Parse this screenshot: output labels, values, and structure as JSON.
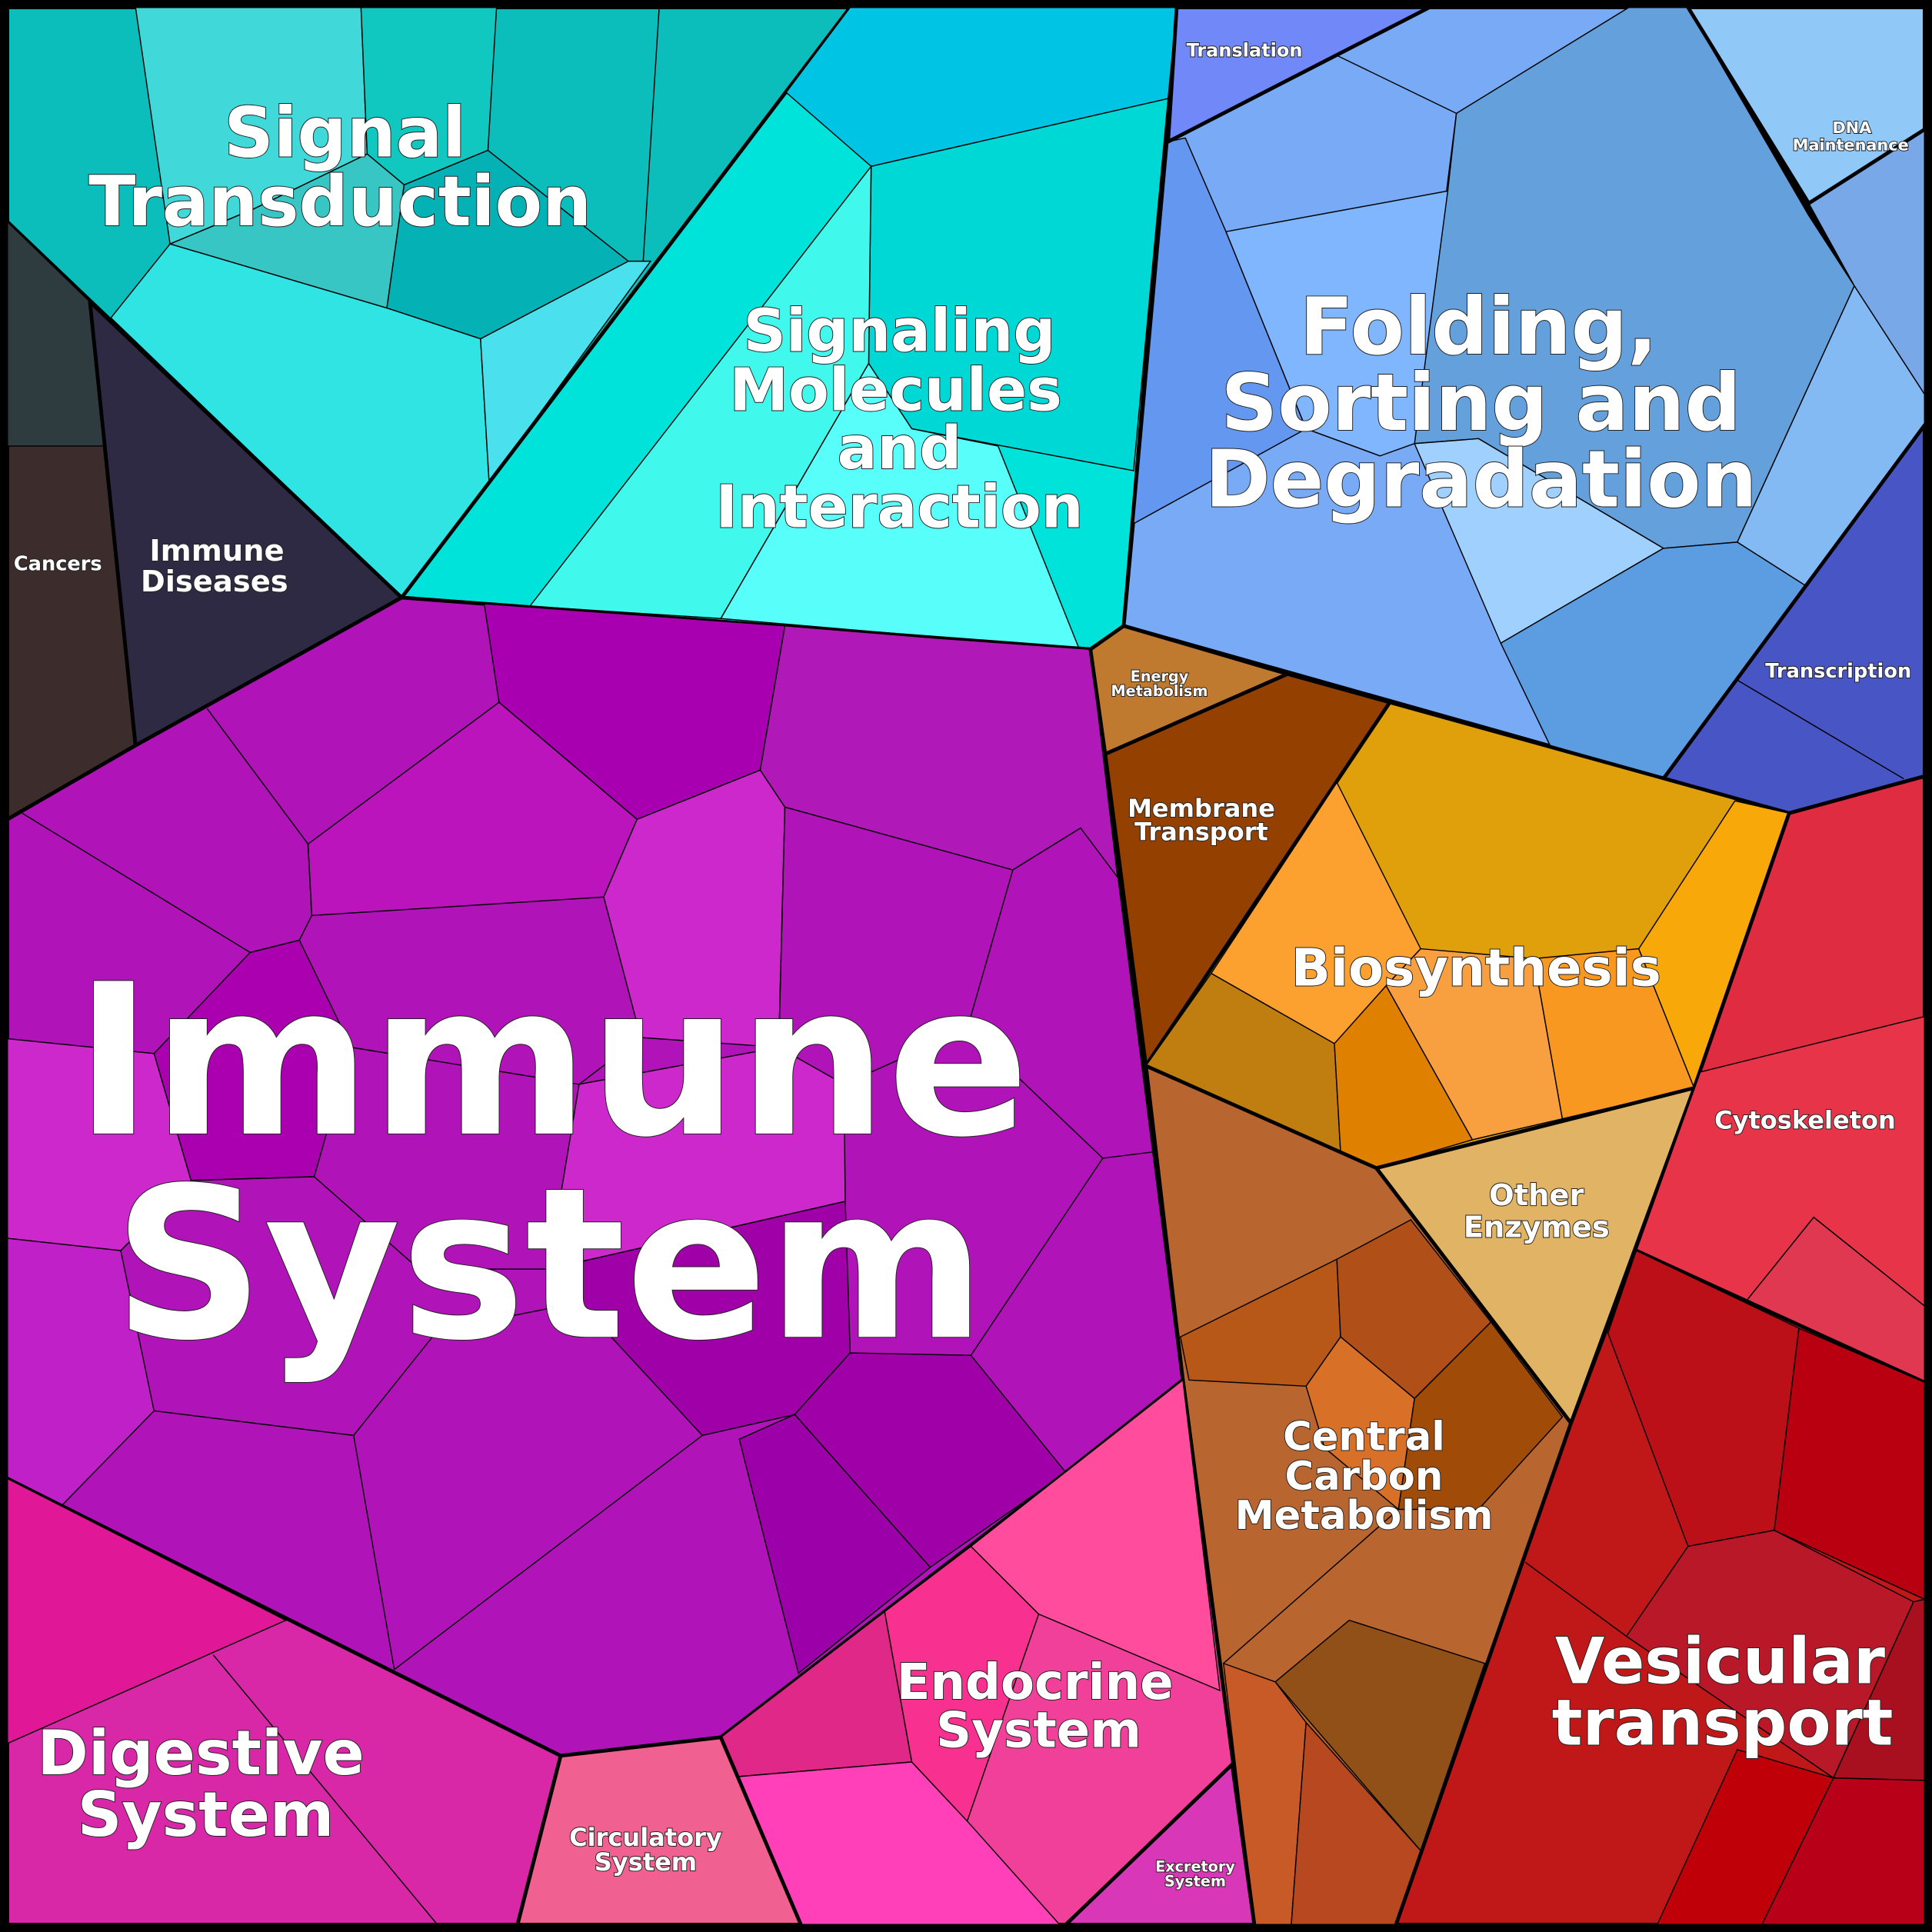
{
  "title": "Pathway Voronoi treemap",
  "regions": {
    "signal_transduction": {
      "lines": [
        "Signal",
        "Transduction"
      ],
      "color": "#0bbdbb"
    },
    "signaling_molecules": {
      "lines": [
        "Signaling",
        "Molecules",
        "and",
        "Interaction"
      ],
      "color": "#00e3da"
    },
    "folding": {
      "lines": [
        "Folding,",
        "Sorting and",
        "Degradation"
      ],
      "color": "#78aaf6"
    },
    "translation": {
      "lines": [
        "Translation"
      ],
      "color": "#7088f8"
    },
    "dna_maintenance": {
      "lines": [
        "DNA",
        "Maintenance"
      ],
      "color": "#90c8f8"
    },
    "transcription": {
      "lines": [
        "Transcription"
      ],
      "color": "#4855c5"
    },
    "cancers": {
      "lines": [
        "Cancers"
      ],
      "color": "#3c2c2c"
    },
    "immune_diseases": {
      "lines": [
        "Immune",
        "Diseases"
      ],
      "color": "#2e2a44"
    },
    "immune_system": {
      "lines": [
        "Immune",
        "System"
      ],
      "color": "#b014b8"
    },
    "energy_metabolism": {
      "lines": [
        "Energy",
        "Metabolism"
      ],
      "color": "#c07a30"
    },
    "membrane_transport": {
      "lines": [
        "Membrane",
        "Transport"
      ],
      "color": "#934000"
    },
    "biosynthesis": {
      "lines": [
        "Biosynthesis"
      ],
      "color": "#e0a00c"
    },
    "other_enzymes": {
      "lines": [
        "Other",
        "Enzymes"
      ],
      "color": "#e0b464"
    },
    "central_carbon": {
      "lines": [
        "Central",
        "Carbon",
        "Metabolism"
      ],
      "color": "#b86530"
    },
    "cytoskeleton": {
      "lines": [
        "Cytoskeleton"
      ],
      "color": "#e02c40"
    },
    "vesicular": {
      "lines": [
        "Vesicular",
        "transport"
      ],
      "color": "#c01818"
    },
    "endocrine": {
      "lines": [
        "Endocrine",
        "System"
      ],
      "color": "#f0409a"
    },
    "excretory": {
      "lines": [
        "Excretory",
        "System"
      ],
      "color": "#d838b8"
    },
    "circulatory": {
      "lines": [
        "Circulatory",
        "System"
      ],
      "color": "#f06090"
    },
    "digestive": {
      "lines": [
        "Digestive",
        "System"
      ],
      "color": "#d828a8"
    }
  }
}
